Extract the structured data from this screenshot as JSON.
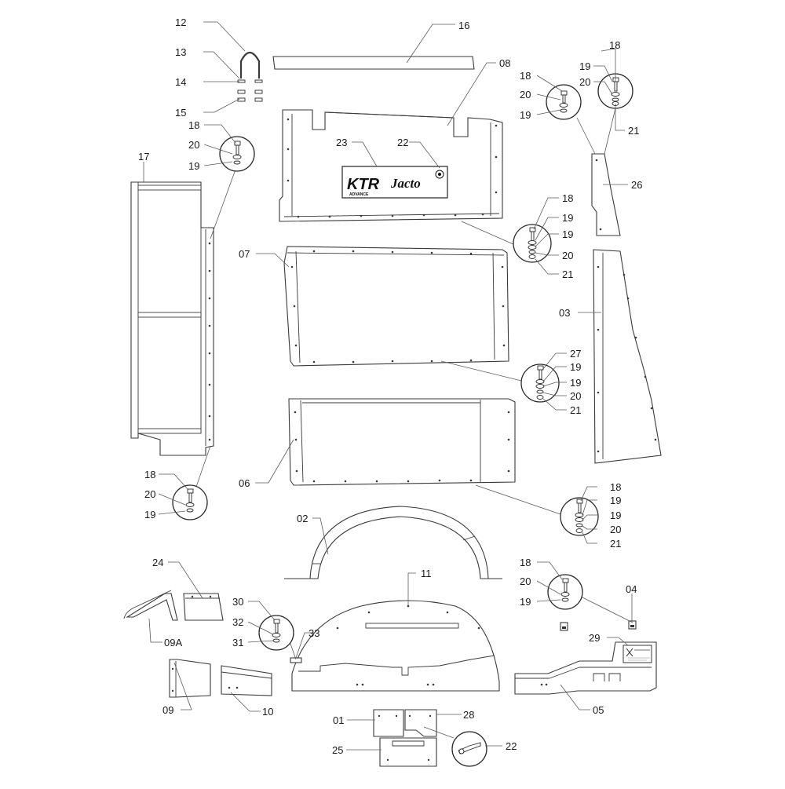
{
  "logo": {
    "ktr": "KTR",
    "advance": "ADVANCE",
    "jacto": "Jacto"
  },
  "callouts": [
    {
      "id": "c1",
      "text": "12"
    },
    {
      "id": "c2",
      "text": "13"
    },
    {
      "id": "c3",
      "text": "14"
    },
    {
      "id": "c4",
      "text": "15"
    },
    {
      "id": "c5",
      "text": "16"
    },
    {
      "id": "c6",
      "text": "08"
    },
    {
      "id": "c7",
      "text": "18"
    },
    {
      "id": "c8",
      "text": "20"
    },
    {
      "id": "c9",
      "text": "19"
    },
    {
      "id": "c10",
      "text": "18"
    },
    {
      "id": "c11",
      "text": "19"
    },
    {
      "id": "c12",
      "text": "20"
    },
    {
      "id": "c13",
      "text": "21"
    },
    {
      "id": "c14",
      "text": "23"
    },
    {
      "id": "c15",
      "text": "22"
    },
    {
      "id": "c16",
      "text": "18"
    },
    {
      "id": "c17",
      "text": "20"
    },
    {
      "id": "c18",
      "text": "19"
    },
    {
      "id": "c19",
      "text": "17"
    },
    {
      "id": "c20",
      "text": "26"
    },
    {
      "id": "c21",
      "text": "18"
    },
    {
      "id": "c22",
      "text": "19"
    },
    {
      "id": "c23",
      "text": "19"
    },
    {
      "id": "c24",
      "text": "20"
    },
    {
      "id": "c25",
      "text": "21"
    },
    {
      "id": "c26",
      "text": "07"
    },
    {
      "id": "c27",
      "text": "03"
    },
    {
      "id": "c28",
      "text": "27"
    },
    {
      "id": "c29",
      "text": "19"
    },
    {
      "id": "c30",
      "text": "19"
    },
    {
      "id": "c31",
      "text": "20"
    },
    {
      "id": "c32",
      "text": "21"
    },
    {
      "id": "c33",
      "text": "06"
    },
    {
      "id": "c34",
      "text": "18"
    },
    {
      "id": "c35",
      "text": "20"
    },
    {
      "id": "c36",
      "text": "19"
    },
    {
      "id": "c37",
      "text": "18"
    },
    {
      "id": "c38",
      "text": "19"
    },
    {
      "id": "c39",
      "text": "19"
    },
    {
      "id": "c40",
      "text": "20"
    },
    {
      "id": "c41",
      "text": "21"
    },
    {
      "id": "c42",
      "text": "02"
    },
    {
      "id": "c43",
      "text": "24"
    },
    {
      "id": "c44",
      "text": "11"
    },
    {
      "id": "c45",
      "text": "18"
    },
    {
      "id": "c46",
      "text": "20"
    },
    {
      "id": "c47",
      "text": "19"
    },
    {
      "id": "c48",
      "text": "04"
    },
    {
      "id": "c49",
      "text": "30"
    },
    {
      "id": "c50",
      "text": "32"
    },
    {
      "id": "c51",
      "text": "31"
    },
    {
      "id": "c52",
      "text": "33"
    },
    {
      "id": "c53",
      "text": "09A"
    },
    {
      "id": "c54",
      "text": "29"
    },
    {
      "id": "c55",
      "text": "09"
    },
    {
      "id": "c56",
      "text": "10"
    },
    {
      "id": "c57",
      "text": "05"
    },
    {
      "id": "c58",
      "text": "01"
    },
    {
      "id": "c59",
      "text": "28"
    },
    {
      "id": "c60",
      "text": "22"
    },
    {
      "id": "c61",
      "text": "25"
    }
  ]
}
